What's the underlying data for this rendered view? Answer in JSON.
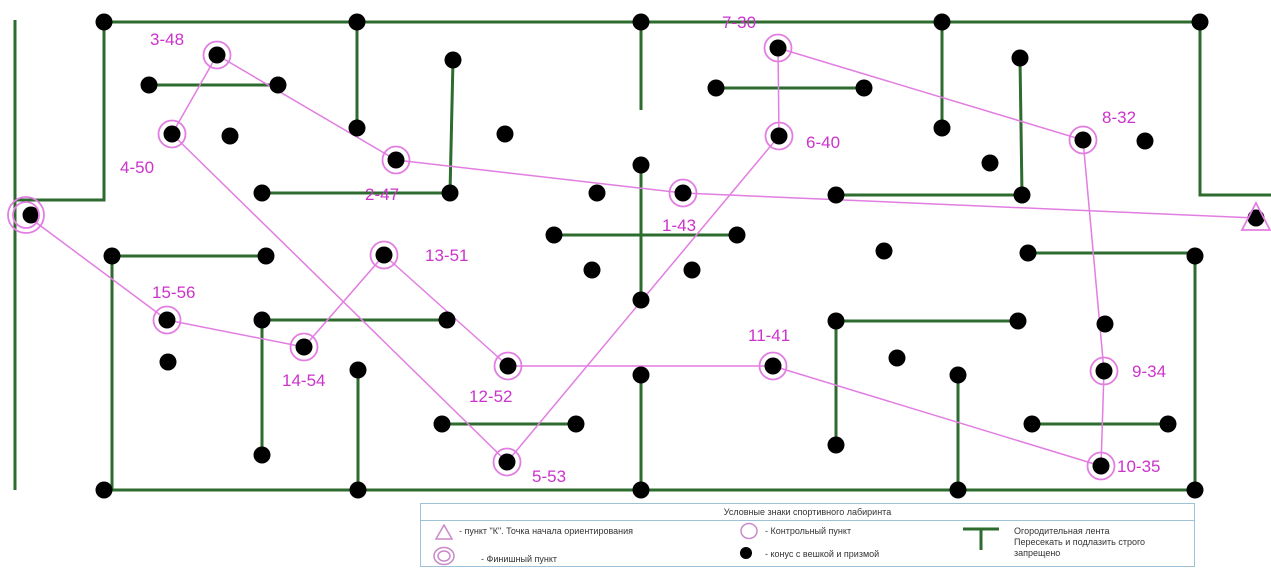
{
  "colors": {
    "fence": "#2e6b2e",
    "cone": "#000000",
    "route": "#e27de2",
    "label": "#cc33cc"
  },
  "checkpoints": [
    {
      "label": "3-48"
    },
    {
      "label": "4-50"
    },
    {
      "label": "2-47"
    },
    {
      "label": "1-43"
    },
    {
      "label": "6-40"
    },
    {
      "label": "7-30"
    },
    {
      "label": "8-32"
    },
    {
      "label": "9-34"
    },
    {
      "label": "10-35"
    },
    {
      "label": "11-41"
    },
    {
      "label": "12-52"
    },
    {
      "label": "5-53"
    },
    {
      "label": "13-51"
    },
    {
      "label": "14-54"
    },
    {
      "label": "15-56"
    }
  ],
  "legend": {
    "title": "Условные знаки спортивного лабиринта",
    "start": "- пункт \"К\". Точка начала ориентирования",
    "finish": "- Финишный пункт",
    "control": "- Контрольный пункт",
    "cone": "- конус с вешкой и призмой",
    "fence_line1": "Огородительная лента",
    "fence_line2": "Пересекать и подлазить строго",
    "fence_line3": "запрещено"
  }
}
